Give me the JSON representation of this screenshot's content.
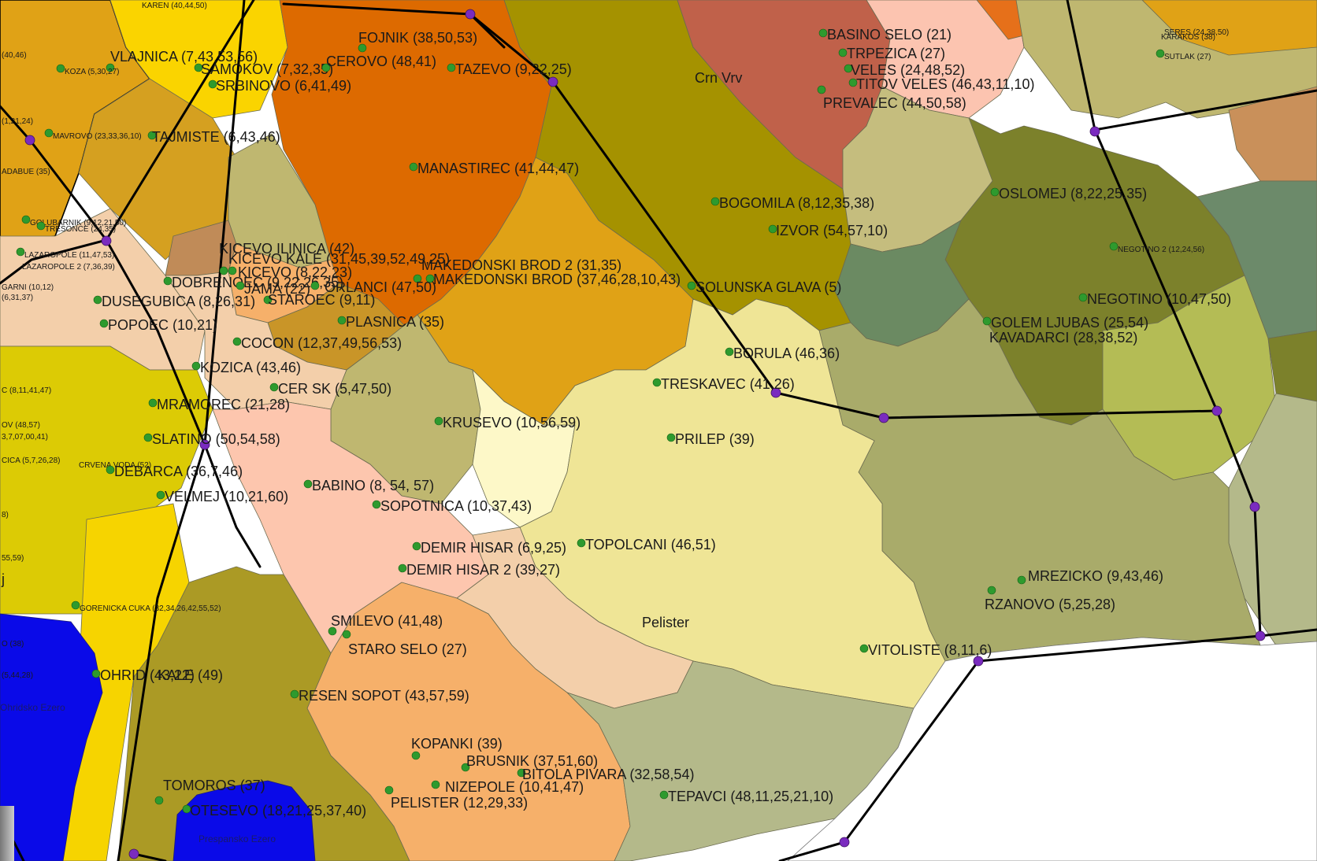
{
  "colors": {
    "background": "#ffffff",
    "station": "#2e9a2e",
    "node": "#7a2bbf",
    "link": "#000000",
    "lake": "#0a0ae8"
  },
  "place_labels": {
    "crn_vrv": "Crn Vrv",
    "pelister": "Pelister",
    "ohridsko": "Ohridsko Ezero",
    "prespansko": "Prespansko Ezero"
  },
  "stations": [
    {
      "label": "FOJNIK (38,50,53)"
    },
    {
      "label": "VLAJNICA (7,43,53,56)"
    },
    {
      "label": "SAMOKOV (7,32,35)"
    },
    {
      "label": "CEROVO (48,41)"
    },
    {
      "label": "TAZEVO (9,22,25)"
    },
    {
      "label": "SRBINOVO (6,41,49)"
    },
    {
      "label": "KOZA (5,30,27)"
    },
    {
      "label": "MAVROVO (23,33,36,10)"
    },
    {
      "label": "TAJMISTE (6,43,46)"
    },
    {
      "label": "MANASTIREC (41,44,47)"
    },
    {
      "label": "BASINO SELO (21)"
    },
    {
      "label": "TRPEZICA (27)"
    },
    {
      "label": "VELES (24,48,52)"
    },
    {
      "label": "TITOV VELES (46,43,11,10)"
    },
    {
      "label": "PREVALEC (44,50,58)"
    },
    {
      "label": "BOGOMILA (8,12,35,38)"
    },
    {
      "label": "IZVOR (54,57,10)"
    },
    {
      "label": "OSLOMEJ (8,22,25,35)"
    },
    {
      "label": "SUTLAK (27)"
    },
    {
      "label": "GOLUBARNIK (9,12,21,50)"
    },
    {
      "label": "TRESONCE (24,35)"
    },
    {
      "label": "LAZAROPOLE (11,47,53)"
    },
    {
      "label": "LAZAROPOLE 2 (7,36,39)"
    },
    {
      "label": "KICEVO ILINICA (42)"
    },
    {
      "label": "KICEVO KALE (31,45,39,52,49,25)"
    },
    {
      "label": "KICEVO (8,22,23)"
    },
    {
      "label": "MAKEDONSKI BROD 2 (31,35)"
    },
    {
      "label": "MAKEDONSKI BROD (37,46,28,10,43)"
    },
    {
      "label": "DOBRENOEC (9,22,26,35)"
    },
    {
      "label": "JAMA (22)"
    },
    {
      "label": "ORLANCI (47,50)"
    },
    {
      "label": "SOLUNSKA GLAVA (5)"
    },
    {
      "label": "DUSEGUBICA (8,26,31)"
    },
    {
      "label": "STAROEC (9,11)"
    },
    {
      "label": "NEGOTINO 2 (12,24,56)"
    },
    {
      "label": "NEGOTINO (10,47,50)"
    },
    {
      "label": "POPOEC (10,21)"
    },
    {
      "label": "PLASNICA (35)"
    },
    {
      "label": "GOLEM LJUBAS (25,54)"
    },
    {
      "label": "KAVADARCI (28,38,52)"
    },
    {
      "label": "COCON (12,37,49,56,53)"
    },
    {
      "label": "BORULA (46,36)"
    },
    {
      "label": "KOZICA (43,46)"
    },
    {
      "label": "TRESKAVEC (41,26)"
    },
    {
      "label": "CER SK (5,47,50)"
    },
    {
      "label": "MRAMOREC (21,28)"
    },
    {
      "label": "KRUSEVO (10,56,59)"
    },
    {
      "label": "PRILEP (39)"
    },
    {
      "label": "SLATINO (50,54,58)"
    },
    {
      "label": "CRVENA VODA (52)"
    },
    {
      "label": "DEBARCA (36,7,46)"
    },
    {
      "label": "BABINO (8, 54, 57)"
    },
    {
      "label": "VELMEJ (10,21,60)"
    },
    {
      "label": "SOPOTNICA (10,37,43)"
    },
    {
      "label": "DEMIR HISAR (6,9,25)"
    },
    {
      "label": "TOPOLCANI (46,51)"
    },
    {
      "label": "DEMIR HISAR 2 (39,27)"
    },
    {
      "label": "MREZICKO (9,43,46)"
    },
    {
      "label": "RZANOVO (5,25,28)"
    },
    {
      "label": "GORENICKA CUKA (32,34,26,42,55,52)"
    },
    {
      "label": "SMILEVO (41,48)"
    },
    {
      "label": "STARO SELO (27)"
    },
    {
      "label": "VITOLISTE (8,11,6)"
    },
    {
      "label": "OHRID (43,22)"
    },
    {
      "label": "KALE (49)"
    },
    {
      "label": "RESEN SOPOT (43,57,59)"
    },
    {
      "label": "KOPANKI (39)"
    },
    {
      "label": "BRUSNIK (37,51,60)"
    },
    {
      "label": "BITOLA PIVARA (32,58,54)"
    },
    {
      "label": "NIZEPOLE (10,41,47)"
    },
    {
      "label": "TEPAVCI (48,11,25,21,10)"
    },
    {
      "label": "PELISTER (12,29,33)"
    },
    {
      "label": "TOMOROS (37)"
    },
    {
      "label": "OTESEVO (18,21,25,37,40)"
    }
  ],
  "edge_labels": [
    {
      "label": "KAREN (40,44,50)"
    },
    {
      "label": "(40,46)"
    },
    {
      "label": "(1,21,24)"
    },
    {
      "label": "ADABUE (35)"
    },
    {
      "label": "GARNI (10,12)"
    },
    {
      "label": "(6,31,37)"
    },
    {
      "label": "C (8,11,41,47)"
    },
    {
      "label": "OV (48,57)"
    },
    {
      "label": "3,7,07,00,41)"
    },
    {
      "label": "CICA (5,7,26,28)"
    },
    {
      "label": "8)"
    },
    {
      "label": "55,59)"
    },
    {
      "label": "j"
    },
    {
      "label": "O (38)"
    },
    {
      "label": "(5,44,28)"
    },
    {
      "label": "SERES (24,38,50)"
    },
    {
      "label": "KARAKOS (38)"
    }
  ]
}
